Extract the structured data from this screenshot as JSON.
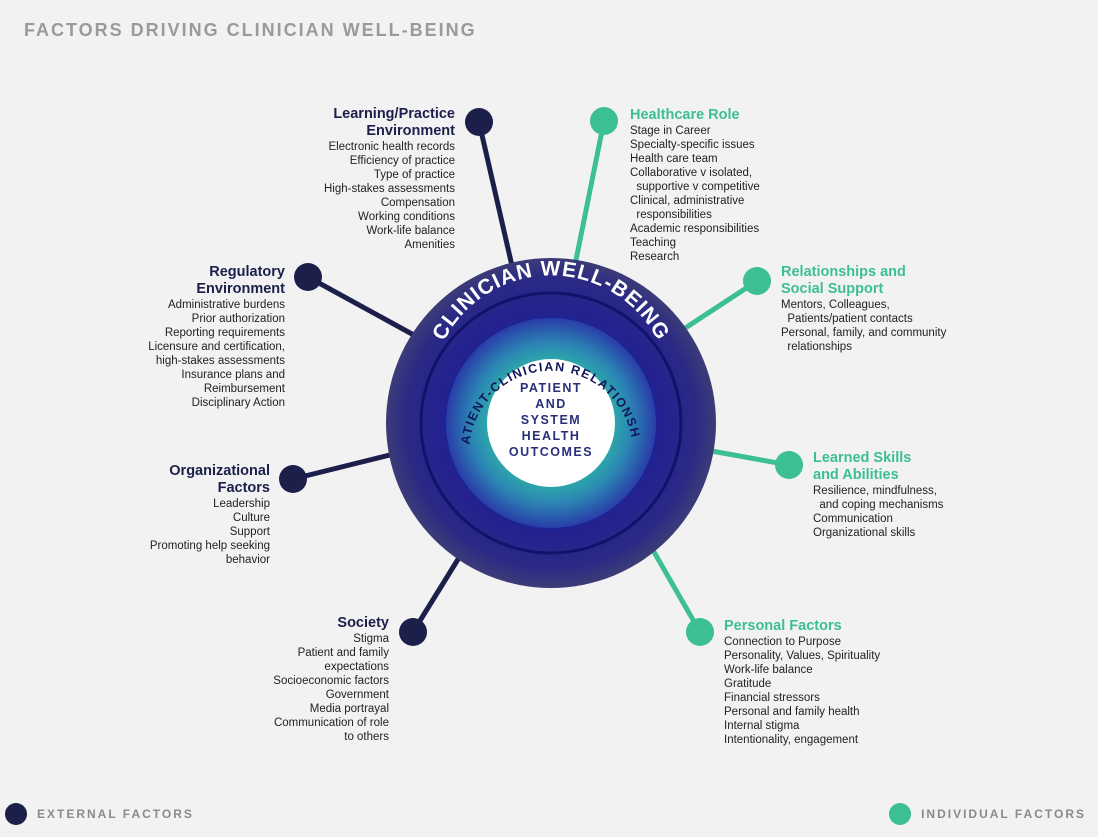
{
  "title": "FACTORS DRIVING CLINICIAN WELL-BEING",
  "center": {
    "outer": "CLINICIAN WELL-BEING",
    "middle": "PATIENT-CLINICIAN RELATIONSHIP",
    "inner": [
      "PATIENT",
      "AND",
      "SYSTEM",
      "HEALTH",
      "OUTCOMES"
    ]
  },
  "colors": {
    "external": "#1b1f4a",
    "individual": "#3cbf92"
  },
  "external_factors": [
    {
      "heading": [
        "Learning/Practice",
        "Environment"
      ],
      "items": [
        "Electronic health records",
        "Efficiency of practice",
        "Type of practice",
        "High-stakes assessments",
        "Compensation",
        "Working conditions",
        "Work-life balance",
        "Amenities"
      ]
    },
    {
      "heading": [
        "Regulatory",
        "Environment"
      ],
      "items": [
        "Administrative burdens",
        "Prior authorization",
        "Reporting requirements",
        "Licensure and certification,",
        "high-stakes assessments",
        "Insurance plans and",
        "Reimbursement",
        "Disciplinary Action"
      ]
    },
    {
      "heading": [
        "Organizational",
        "Factors"
      ],
      "items": [
        "Leadership",
        "Culture",
        "Support",
        "Promoting help seeking",
        "behavior"
      ]
    },
    {
      "heading": [
        "Society"
      ],
      "items": [
        "Stigma",
        "Patient and family",
        "expectations",
        "Socioeconomic factors",
        "Government",
        "Media portrayal",
        "Communication of role",
        "to others"
      ]
    }
  ],
  "individual_factors": [
    {
      "heading": [
        "Healthcare Role"
      ],
      "items": [
        "Stage in Career",
        "Specialty-specific issues",
        "Health care team",
        "Collaborative v isolated,",
        "  supportive v competitive",
        "Clinical, administrative",
        "  responsibilities",
        "Academic responsibilities",
        "Teaching",
        "Research"
      ]
    },
    {
      "heading": [
        "Relationships and",
        "Social Support"
      ],
      "items": [
        "Mentors, Colleagues,",
        "  Patients/patient contacts",
        "Personal, family, and community",
        "  relationships"
      ]
    },
    {
      "heading": [
        "Learned Skills",
        "and Abilities"
      ],
      "items": [
        "Resilience, mindfulness,",
        "  and coping mechanisms",
        "Communication",
        "Organizational skills"
      ]
    },
    {
      "heading": [
        "Personal Factors"
      ],
      "items": [
        "Connection to Purpose",
        "Personality, Values, Spirituality",
        "Work-life balance",
        "Gratitude",
        "Financial stressors",
        "Personal and family health",
        "Internal stigma",
        "Intentionality, engagement"
      ]
    }
  ],
  "legend": {
    "external": "EXTERNAL FACTORS",
    "individual": "INDIVIDUAL FACTORS"
  }
}
